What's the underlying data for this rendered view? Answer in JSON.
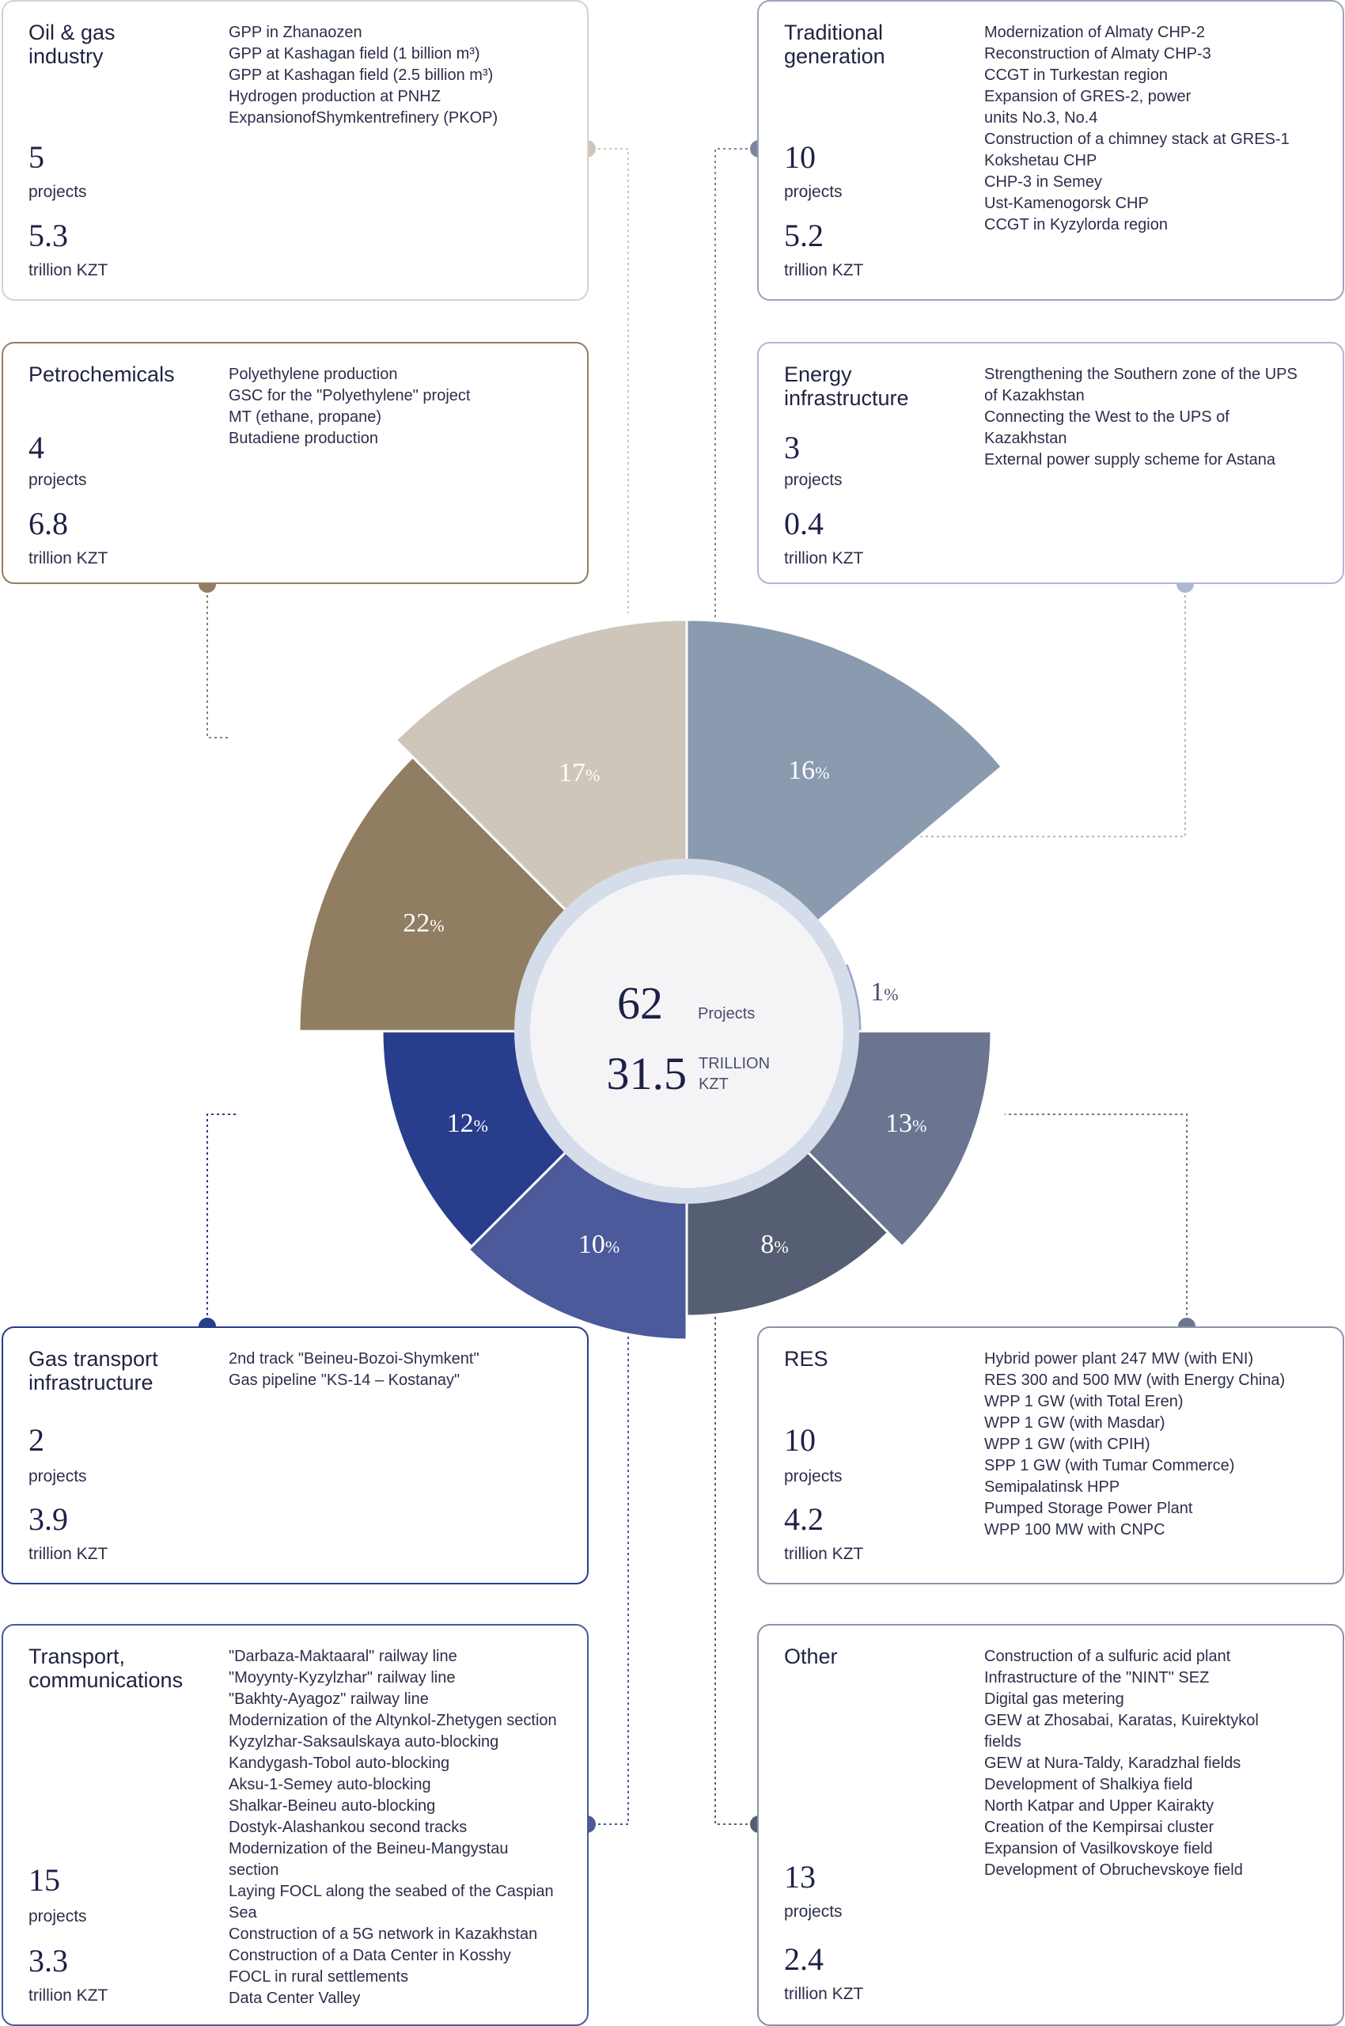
{
  "center": {
    "projects_value": "62",
    "projects_label": "Projects",
    "amount_value": "31.5",
    "amount_label_line1": "TRILLION",
    "amount_label_line2": "KZT"
  },
  "colors": {
    "oil_gas": "#cfc6bb",
    "petrochemicals": "#917e62",
    "traditional": "#8a9bb0",
    "energy_infra": "#9aa8cc",
    "res": "#6c7590",
    "other": "#555e72",
    "transport": "#4a5a9a",
    "gas_transport": "#283d8c"
  },
  "cards": {
    "oil_gas": {
      "title": "Oil & gas\nindustry",
      "count": "5",
      "count_label": "projects",
      "amount": "5.3",
      "amount_label": "trillion KZT",
      "items": [
        "GPP in Zhanaozen",
        "GPP at Kashagan field (1 billion m³)",
        "GPP at Kashagan field (2.5 billion m³)",
        "Hydrogen production at PNHZ",
        "ExpansionofShymkentrefinery (PKOP)"
      ]
    },
    "traditional": {
      "title": "Traditional\ngeneration",
      "count": "10",
      "count_label": "projects",
      "amount": "5.2",
      "amount_label": "trillion KZT",
      "items": [
        "Modernization of Almaty CHP-2",
        "Reconstruction of Almaty CHP-3",
        "CCGT in Turkestan region",
        "Expansion of GRES-2, power",
        "units No.3, No.4",
        "Construction of a chimney stack at GRES-1",
        "Kokshetau CHP",
        "CHP-3 in Semey",
        "Ust-Kamenogorsk CHP",
        "CCGT in Kyzylorda region"
      ]
    },
    "petrochemicals": {
      "title": "Petrochemicals",
      "count": "4",
      "count_label": "projects",
      "amount": "6.8",
      "amount_label": "trillion KZT",
      "items": [
        "Polyethylene production",
        "GSC for the \"Polyethylene\" project",
        "MT (ethane, propane)",
        "Butadiene production"
      ]
    },
    "energy_infra": {
      "title": "Energy\ninfrastructure",
      "count": "3",
      "count_label": "projects",
      "amount": "0.4",
      "amount_label": "trillion KZT",
      "items": [
        "Strengthening the Southern zone of the UPS",
        "of Kazakhstan",
        "Connecting the West to the UPS of",
        "Kazakhstan",
        "External power supply scheme for Astana"
      ]
    },
    "gas_transport": {
      "title": "Gas transport\ninfrastructure",
      "count": "2",
      "count_label": "projects",
      "amount": "3.9",
      "amount_label": "trillion KZT",
      "items": [
        "2nd track \"Beineu-Bozoi-Shymkent\"",
        "Gas pipeline \"KS-14 – Kostanay\""
      ]
    },
    "res": {
      "title": "RES",
      "count": "10",
      "count_label": "projects",
      "amount": "4.2",
      "amount_label": "trillion KZT",
      "items": [
        "Hybrid power plant 247 MW (with ENI)",
        "RES 300 and 500 MW (with Energy China)",
        "WPP 1 GW (with Total Eren)",
        "WPP 1 GW (with Masdar)",
        "WPP 1 GW (with CPIH)",
        "SPP 1 GW (with Tumar Commerce)",
        "Semipalatinsk HPP",
        "Pumped Storage Power Plant",
        "WPP 100 MW with CNPC"
      ]
    },
    "transport": {
      "title": "Transport,\n communications",
      "count": "15",
      "count_label": "projects",
      "amount": "3.3",
      "amount_label": "trillion KZT",
      "items": [
        "\"Darbaza-Maktaaral\" railway line",
        "\"Moyynty-Kyzylzhar\" railway line",
        "\"Bakhty-Ayagoz\" railway line",
        "Modernization of the Altynkol-Zhetygen section",
        "Kyzylzhar-Saksaulskaya auto-blocking",
        "Kandygash-Tobol auto-blocking",
        "Aksu-1-Semey auto-blocking",
        "Shalkar-Beineu auto-blocking",
        "Dostyk-Alashankou second tracks",
        "Modernization of the Beineu-Mangystau",
        "section",
        "Laying FOCL along the seabed of the Caspian",
        "Sea",
        "Construction of a 5G network in Kazakhstan",
        "Construction of a Data Center in Kosshy",
        "FOCL in rural settlements",
        "Data Center Valley"
      ]
    },
    "other": {
      "title": "Other",
      "count": "13",
      "count_label": "projects",
      "amount": "2.4",
      "amount_label": "trillion KZT",
      "items": [
        "Construction of a sulfuric acid plant",
        "Infrastructure of the \"NINT\" SEZ",
        "Digital gas metering",
        "GEW at Zhosabai, Karatas, Kuirektykol",
        "fields",
        "GEW at Nura-Taldy, Karadzhal fields",
        "Development of Shalkiya field",
        "North Katpar and Upper Kairakty",
        "Creation of the Kempirsai cluster",
        "Expansion of Vasilkovskoye field",
        "Development of Obruchevskoye field"
      ]
    }
  },
  "chart_data": {
    "type": "pie",
    "variant": "polar-area",
    "categories": [
      "Oil & gas industry",
      "Petrochemicals",
      "Traditional generation",
      "Energy infrastructure",
      "RES",
      "Other",
      "Transport, communications",
      "Gas transport infrastructure"
    ],
    "values": [
      17,
      22,
      16,
      1,
      13,
      8,
      10,
      12
    ],
    "value_labels": [
      "17",
      "22",
      "16",
      "1",
      "13",
      "8",
      "10",
      "12"
    ],
    "unit": "%",
    "projects": [
      5,
      4,
      10,
      3,
      10,
      13,
      15,
      2
    ],
    "trillion_kzt": [
      5.3,
      6.8,
      5.2,
      0.4,
      4.2,
      2.4,
      3.3,
      3.9
    ]
  }
}
